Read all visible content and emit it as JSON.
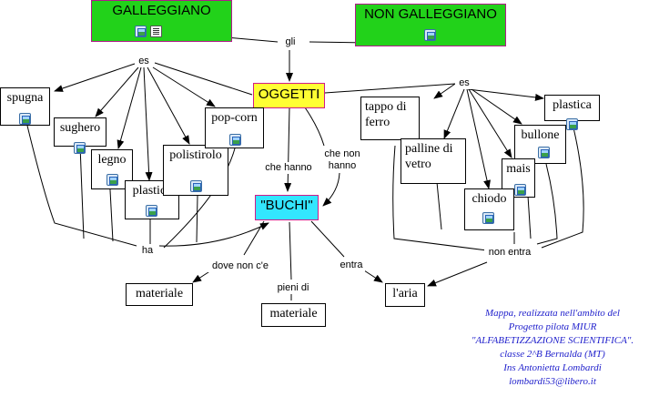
{
  "nodes": {
    "galleggiano": "GALLEGGIANO",
    "non_galleggiano": "NON GALLEGGIANO",
    "oggetti": "OGGETTI",
    "buchi": "\"BUCHI\"",
    "spugna": "spugna",
    "sughero": "sughero",
    "legno": "legno",
    "plastica_left": "plastica",
    "polistirolo": "polistirolo",
    "pop_corn": "pop-corn",
    "tappo_di_ferro": "tappo di ferro",
    "plastica_right": "plastica",
    "bullone": "bullone",
    "palline_di_vetro": "palline di vetro",
    "mais": "mais",
    "chiodo": "chiodo",
    "materiale_left": "materiale",
    "materiale_bottom": "materiale",
    "l_aria": "l'aria"
  },
  "links": {
    "gli": "gli",
    "es_left": "es",
    "es_right": "es",
    "che_hanno": "che hanno",
    "che_non_hanno": "che non hanno",
    "ha": "ha",
    "non_entra": "non entra",
    "dove_non_c_e": "dove non c'e",
    "pieni_di": "pieni di",
    "entra": "entra"
  },
  "credits": [
    "Mappa, realizzata nell'ambito del",
    "Progetto pilota MIUR",
    "\"ALFABETIZZAZIONE SCIENTIFICA\".",
    "classe 2^B Bernalda (MT)",
    "Ins Antonietta Lombardi",
    "lombardi53@libero.it"
  ],
  "icons": [
    "image-icon",
    "document-icon"
  ],
  "colors": {
    "green_node": "#22d21a",
    "yellow_node": "#ffff33",
    "cyan_node": "#33e6ff",
    "node_border": "#d01a8a",
    "credits_text": "#2222cc"
  }
}
